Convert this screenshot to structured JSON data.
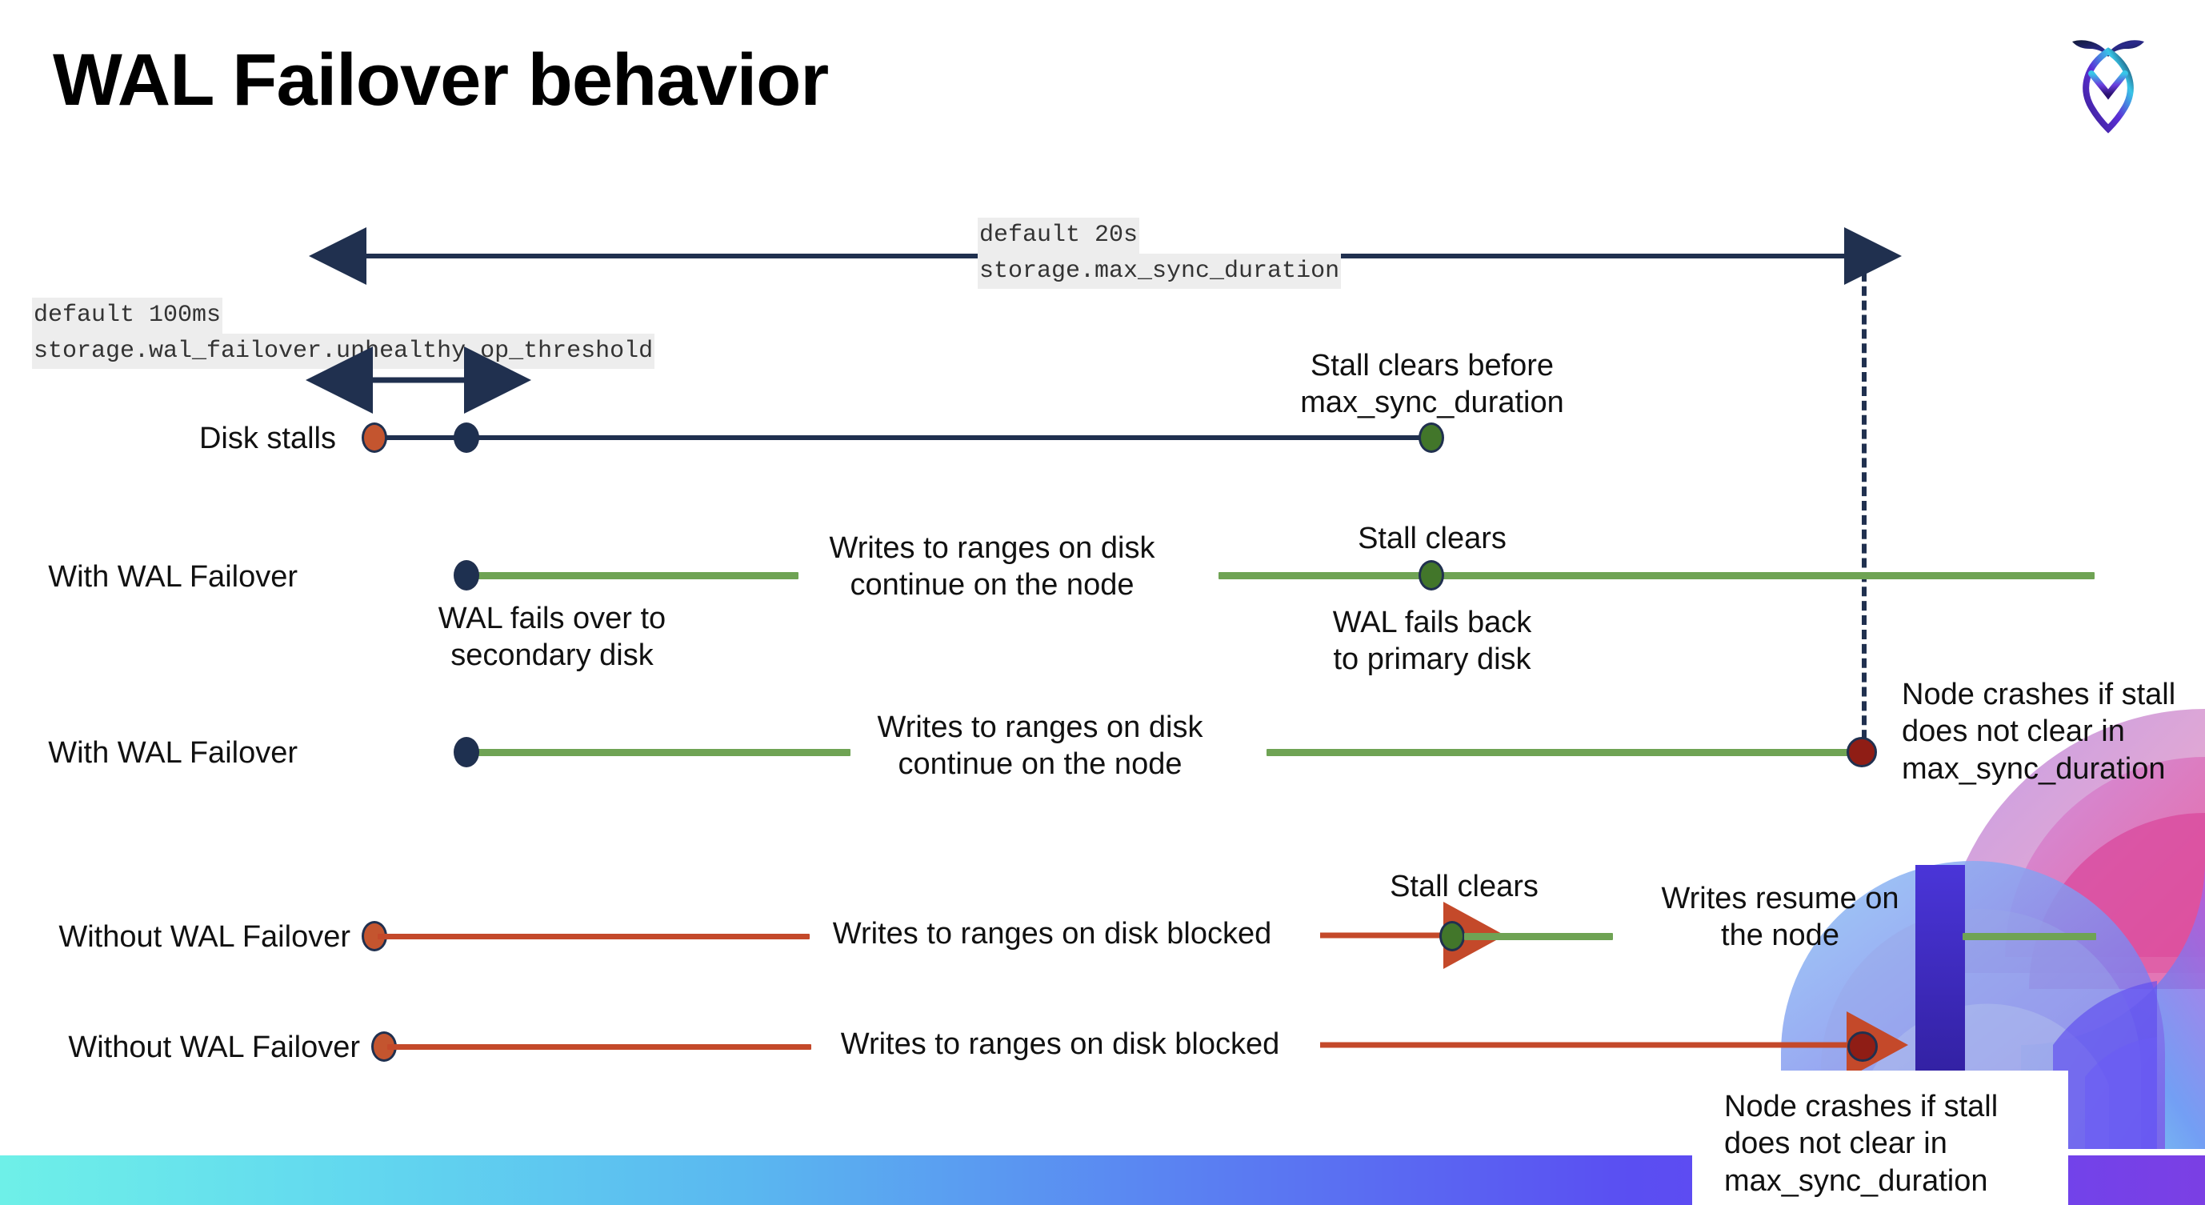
{
  "slide": {
    "title": "WAL Failover behavior",
    "logo_name": "cockroach-labs-logo"
  },
  "annotations": {
    "max_sync_duration": {
      "line1": "default 20s",
      "line2": "storage.max_sync_duration"
    },
    "unhealthy_op_threshold": {
      "line1": "default 100ms",
      "line2": "storage.wal_failover.unhealthy_op_threshold"
    }
  },
  "rows": [
    {
      "label": "Disk stalls"
    },
    {
      "label": "With WAL Failover"
    },
    {
      "label": "With WAL Failover"
    },
    {
      "label": "Without WAL Failover"
    },
    {
      "label": "Without WAL Failover"
    }
  ],
  "callouts": {
    "stall_clears_before": "Stall clears before\nmax_sync_duration",
    "writes_continue_1": "Writes to ranges on disk\ncontinue on the node",
    "stall_clears_1": "Stall clears",
    "wal_fails_over": "WAL fails over to\nsecondary disk",
    "wal_fails_back": "WAL fails  back\nto primary disk",
    "writes_continue_2": "Writes to ranges on disk\ncontinue on the node",
    "node_crashes_1": "Node crashes if stall\ndoes not clear in\nmax_sync_duration",
    "writes_blocked_1": "Writes to ranges on disk  blocked",
    "stall_clears_2": "Stall clears",
    "writes_resume": "Writes resume on\nthe node",
    "writes_blocked_2": "Writes to ranges on disk  blocked",
    "node_crashes_2": "Node crashes if stall\ndoes not clear in\nmax_sync_duration"
  },
  "colors": {
    "navy": "#20304f",
    "green_line": "#6fa354",
    "green_dot": "#42762a",
    "red_line": "#c4492a",
    "red_dot": "#c4552f",
    "dark_red_dot": "#8f1d15",
    "chip_bg": "#ededed"
  }
}
